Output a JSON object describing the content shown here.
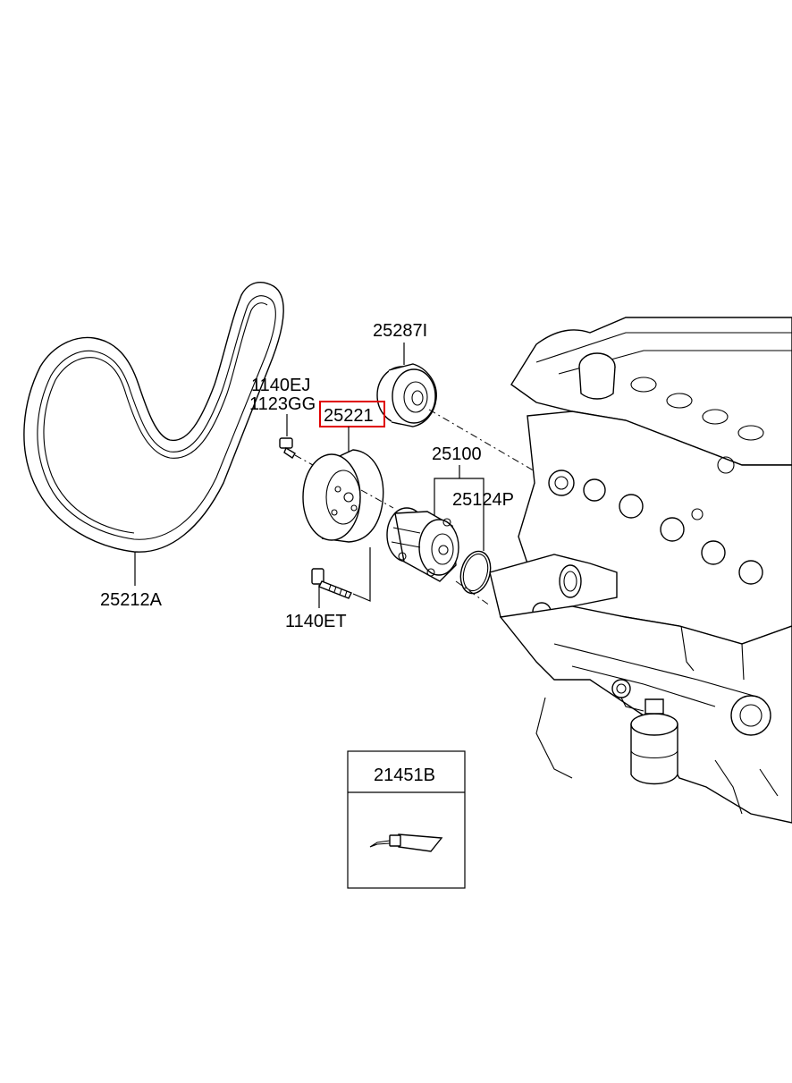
{
  "labels": {
    "belt": "25212A",
    "idler_pulley": "25287I",
    "pump_pulley": "25221",
    "bolt_top_1": "1140EJ",
    "bolt_top_2": "1123GG",
    "water_pump_assy": "25100",
    "gasket": "25124P",
    "bolt_bottom": "1140ET",
    "sealant": "21451B"
  },
  "highlight_color": "#e00000"
}
